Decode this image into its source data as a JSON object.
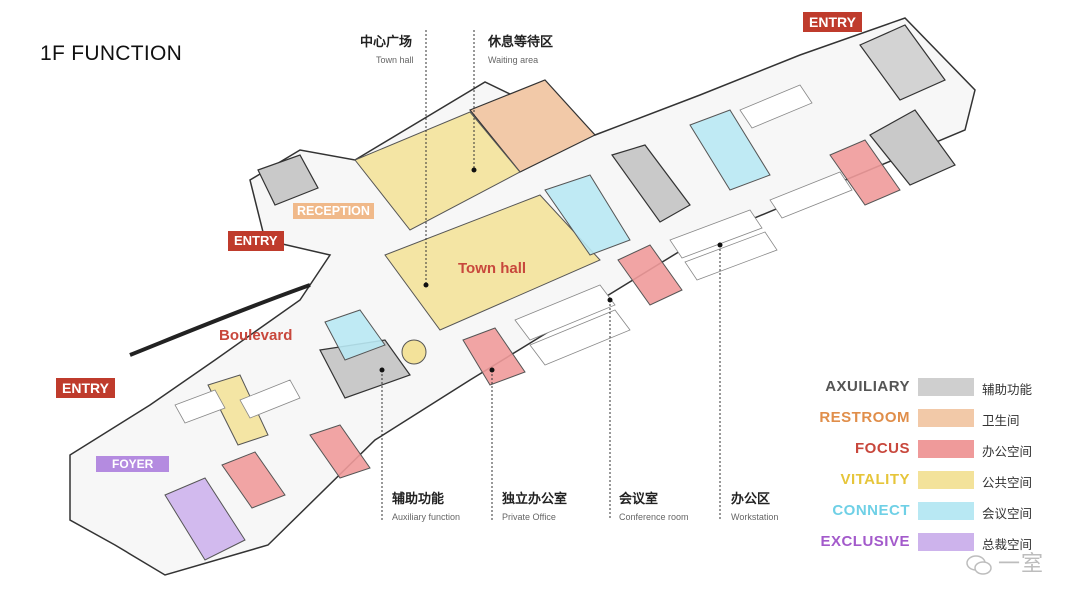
{
  "title": "1F FUNCTION",
  "entries": [
    "ENTRY",
    "ENTRY",
    "ENTRY"
  ],
  "colors": {
    "entry": "#bf3b2c",
    "auxiliary_fill": "#cfcfcf",
    "restroom_fill": "#f2c9a8",
    "focus_fill": "#ef9a9a",
    "vitality_fill": "#f3e29a",
    "connect_fill": "#b8e8f3",
    "exclusive_fill": "#cdb3ec",
    "auxiliary_text": "#555555",
    "restroom_text": "#e08e4a",
    "focus_text": "#c8473c",
    "vitality_text": "#e6c53a",
    "connect_text": "#6fd0e6",
    "exclusive_text": "#a35acb"
  },
  "plan_labels": {
    "reception": "RECEPTION",
    "town_hall": "Town hall",
    "boulevard": "Boulevard",
    "foyer": "FOYER"
  },
  "top_callouts": [
    {
      "zh": "中心广场",
      "en": "Town hall"
    },
    {
      "zh": "休息等待区",
      "en": "Waiting area"
    }
  ],
  "bottom_callouts": [
    {
      "zh": "辅助功能",
      "en": "Auxiliary function"
    },
    {
      "zh": "独立办公室",
      "en": "Private Office"
    },
    {
      "zh": "会议室",
      "en": "Conference room"
    },
    {
      "zh": "办公区",
      "en": "Workstation"
    }
  ],
  "legend": [
    {
      "name": "AXUILIARY",
      "zh": "辅助功能",
      "color_key": "auxiliary"
    },
    {
      "name": "RESTROOM",
      "zh": "卫生间",
      "color_key": "restroom"
    },
    {
      "name": "FOCUS",
      "zh": "办公空间",
      "color_key": "focus"
    },
    {
      "name": "VITALITY",
      "zh": "公共空间",
      "color_key": "vitality"
    },
    {
      "name": "CONNECT",
      "zh": "会议空间",
      "color_key": "connect"
    },
    {
      "name": "EXCLUSIVE",
      "zh": "总裁空间",
      "color_key": "exclusive"
    }
  ],
  "watermark": "一室"
}
